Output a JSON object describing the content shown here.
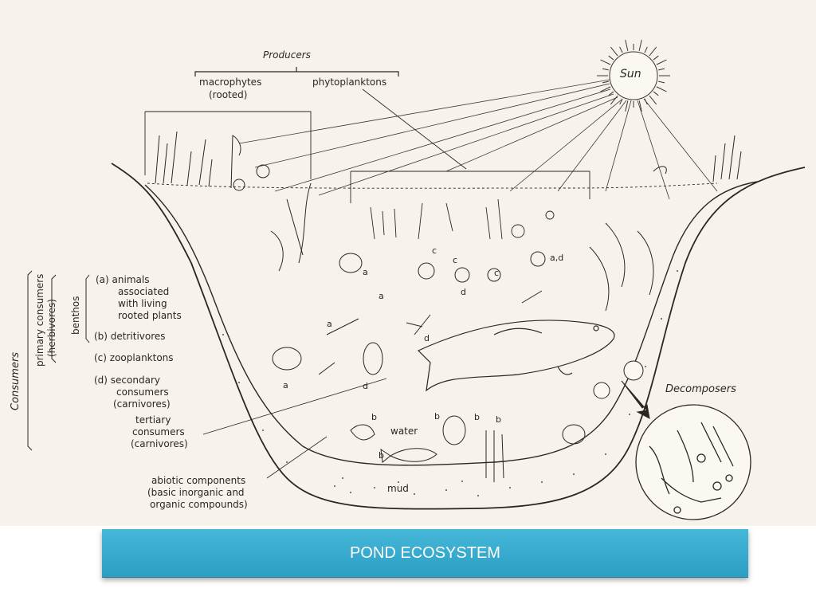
{
  "labels": {
    "producers": "Producers",
    "macrophytes": "macrophytes",
    "rooted": "(rooted)",
    "phytoplanktons": "phytoplanktons",
    "sun": "Sun",
    "decomposers": "Decomposers",
    "consumers": "Consumers",
    "primary_consumers": "primary consumers",
    "herbivores": "(herbivores)",
    "benthos": "benthos",
    "a_line1": "(a)  animals",
    "a_line2": "associated",
    "a_line3": "with living",
    "a_line4": "rooted plants",
    "b_line": "(b)  detritivores",
    "c_line": "(c)  zooplanktons",
    "d_line1": "(d)  secondary",
    "d_line2": "consumers",
    "d_line3": "(carnivores)",
    "t_line1": "tertiary",
    "t_line2": "consumers",
    "t_line3": "(carnivores)",
    "ab_line1": "abiotic components",
    "ab_line2": "(basic inorganic and",
    "ab_line3": "organic compounds)",
    "water": "water",
    "mud": "mud"
  },
  "markers": {
    "a": "a",
    "b": "b",
    "c": "c",
    "d": "d",
    "ad": "a,d"
  },
  "footer": {
    "title": "POND ECOSYSTEM"
  },
  "colors": {
    "title_bar": "#2ea5c9",
    "title_text": "#ffffff",
    "paper": "#f7f3ec",
    "ink": "#2a2622"
  }
}
